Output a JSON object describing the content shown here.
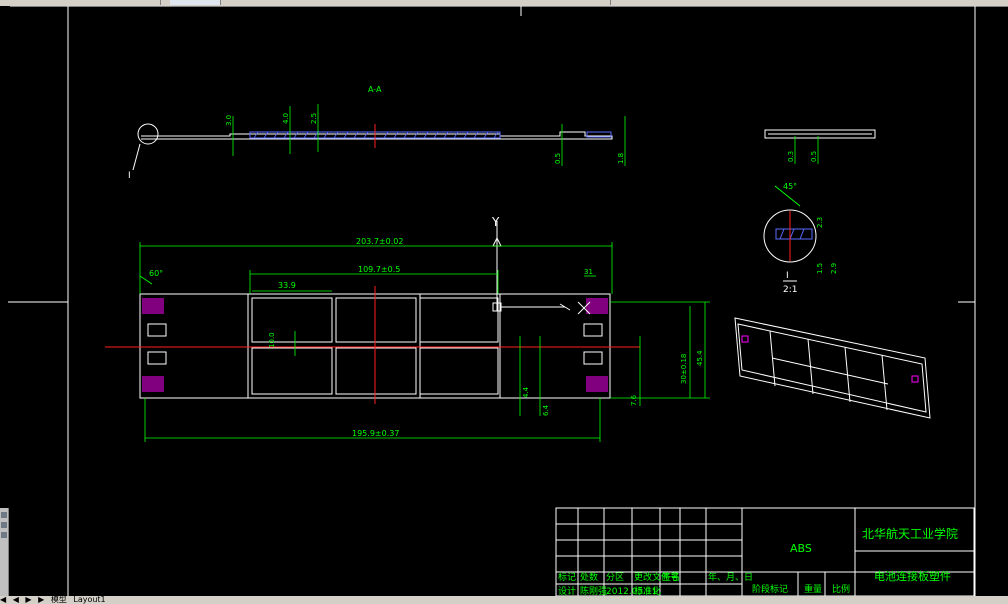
{
  "window": {
    "tabs": [
      "模型",
      "Layout1"
    ],
    "nav_buttons": [
      "◀",
      "◀",
      "▶",
      "▶"
    ]
  },
  "drawing": {
    "section_label": "A-A",
    "detail_label": "I",
    "detail_scale": "2:1",
    "axis_label": "Y",
    "angle_left": "60°",
    "angle_detail": "45°",
    "dims": {
      "overall_top": "203.7±0.02",
      "inner_top": "109.7±0.5",
      "cell_width": "33.9",
      "bottom_overall": "195.9±0.37",
      "right_height": "30±0.18",
      "right_total": "45.4",
      "right_small": "31",
      "dim_3_0": "3.0",
      "dim_4_0": "4.0",
      "dim_2_5": "2.5",
      "dim_0_5a": "0.5",
      "dim_1_8": "1.8",
      "dim_0_3": "0.3",
      "dim_0_5b": "0.5",
      "dim_1_5": "1.5",
      "dim_2_3": "2.3",
      "dim_2_9": "2.9",
      "dim_10_0": "10.0",
      "dim_4_4": "4.4",
      "dim_6_4": "6.4",
      "dim_7_6": "7.6"
    }
  },
  "title_block": {
    "row_labels": [
      "标记",
      "处数",
      "分区",
      "更改文件号",
      "签名",
      "年、月、日"
    ],
    "design_row": [
      "设计",
      "陈刚强",
      "2012.05.11",
      "标准化"
    ],
    "material": "ABS",
    "school": "北华航天工业学院",
    "part_name": "电池连接板塑件",
    "stage_label": "阶段标记",
    "weight_label": "重量",
    "scale_label": "比例"
  }
}
